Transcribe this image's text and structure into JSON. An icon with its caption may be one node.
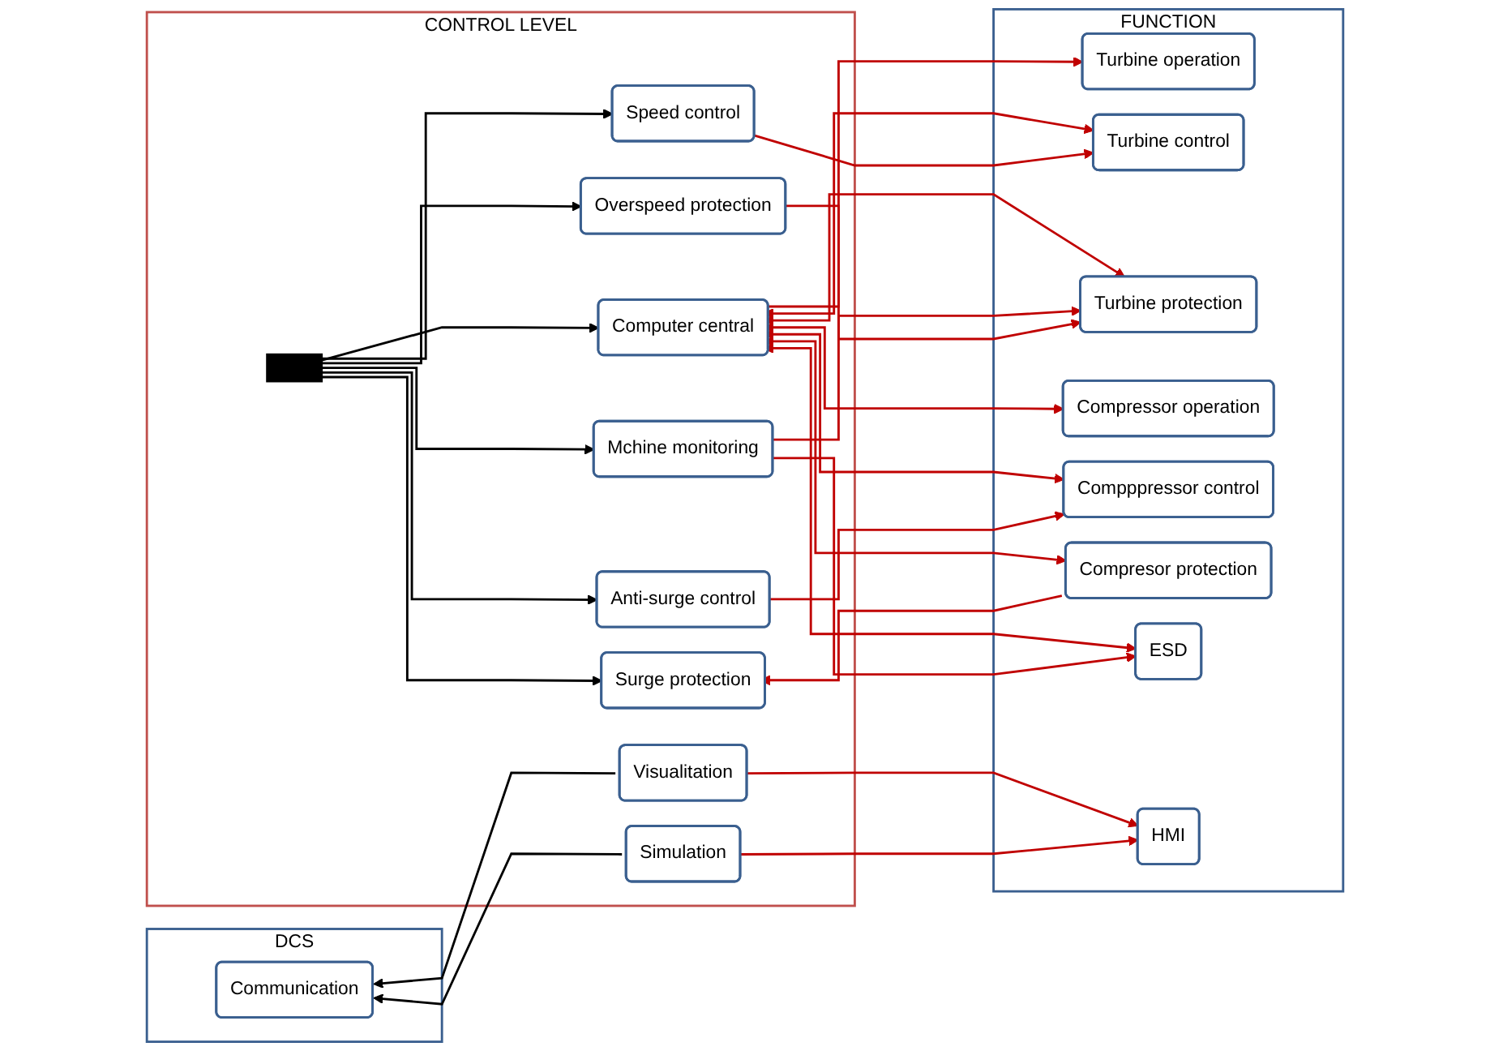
{
  "diagram": {
    "nodes": [
      {
        "text": [
          "DCS"
        ]
      },
      {
        "text": [
          "Communication"
        ],
        "in": 0
      },
      {
        "text": [
          "CONTROL LEVEL"
        ]
      },
      {
        "text": [],
        "shape": "bar",
        "in": 2
      },
      {
        "text": [
          "Computer central"
        ],
        "in": 2
      },
      {
        "text": [
          "Mchine monitoring"
        ],
        "in": 2
      },
      {
        "text": [
          "Overspeed protection"
        ],
        "in": 2
      },
      {
        "text": [
          "Speed control"
        ],
        "in": 2
      },
      {
        "text": [
          "Anti-surge  control"
        ],
        "in": 2
      },
      {
        "text": [
          "Surge protection"
        ],
        "in": 2
      },
      {
        "text": [
          "Visualitation"
        ],
        "in": 2
      },
      {
        "text": [
          "Simulation"
        ],
        "in": 2
      },
      {
        "text": [
          "FUNCTION"
        ]
      },
      {
        "text": [
          "Turbine operation"
        ],
        "in": 12
      },
      {
        "text": [
          "Turbine control"
        ],
        "in": 12
      },
      {
        "text": [
          "Turbine protection"
        ],
        "in": 12
      },
      {
        "text": [
          "Compressor operation"
        ],
        "in": 12
      },
      {
        "text": [
          "Compppressor control"
        ],
        "in": 12
      },
      {
        "text": [
          "Compresor protection"
        ],
        "in": 12
      },
      {
        "text": [
          "ESD"
        ],
        "in": 12
      },
      {
        "text": [
          "HMI"
        ],
        "in": 12
      }
    ],
    "edges": [
      {
        "from": 3,
        "to": 4,
        "arrow": "to",
        "color": "#000000"
      },
      {
        "from": 3,
        "to": 5,
        "arrow": "to",
        "color": "#000000"
      },
      {
        "from": 3,
        "to": 6,
        "arrow": "to",
        "color": "#000000"
      },
      {
        "from": 3,
        "to": 7,
        "arrow": "to",
        "color": "#000000"
      },
      {
        "from": 3,
        "to": 8,
        "arrow": "to",
        "color": "#000000"
      },
      {
        "from": 3,
        "to": 9,
        "arrow": "to",
        "color": "#000000"
      },
      {
        "from": 10,
        "to": 1,
        "arrow": "to",
        "color": "#000000"
      },
      {
        "from": 11,
        "to": 1,
        "arrow": "to",
        "color": "#000000"
      },
      {
        "from": 4,
        "to": 13,
        "arrow": "to"
      },
      {
        "from": 4,
        "to": 14,
        "arrow": "both"
      },
      {
        "from": 4,
        "to": 15,
        "arrow": "both"
      },
      {
        "from": 4,
        "to": 16,
        "arrow": "both"
      },
      {
        "from": 4,
        "to": 17,
        "arrow": "both"
      },
      {
        "from": 4,
        "to": 18,
        "arrow": "both"
      },
      {
        "from": 4,
        "to": 19,
        "arrow": "both"
      },
      {
        "from": 5,
        "to": 15,
        "arrow": "to"
      },
      {
        "from": 5,
        "to": 19,
        "arrow": "to"
      },
      {
        "from": 6,
        "to": 15,
        "arrow": "to"
      },
      {
        "from": 7,
        "to": 14,
        "arrow": "to"
      },
      {
        "from": 8,
        "to": 17,
        "arrow": "to"
      },
      {
        "from": 18,
        "to": 9,
        "arrow": "to"
      },
      {
        "from": 10,
        "to": 20,
        "arrow": "to"
      },
      {
        "from": 11,
        "to": 20,
        "arrow": "to"
      }
    ]
  }
}
